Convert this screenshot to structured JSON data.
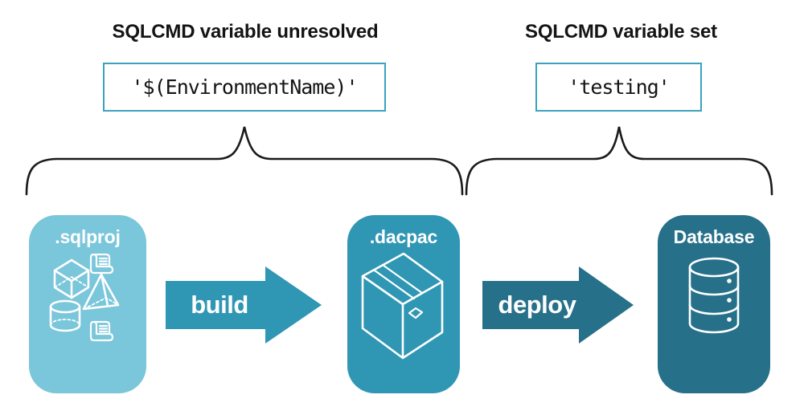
{
  "annotations": {
    "left": {
      "title": "SQLCMD variable unresolved",
      "code": "'$(EnvironmentName)'"
    },
    "right": {
      "title": "SQLCMD variable set",
      "code": "'testing'"
    }
  },
  "pipeline": {
    "nodes": [
      {
        "id": "sqlproj",
        "label": ".sqlproj",
        "icon": "sql-objects-icon"
      },
      {
        "id": "dacpac",
        "label": ".dacpac",
        "icon": "package-icon"
      },
      {
        "id": "database",
        "label": "Database",
        "icon": "database-icon"
      }
    ],
    "arrows": [
      {
        "id": "build",
        "label": "build"
      },
      {
        "id": "deploy",
        "label": "deploy"
      }
    ]
  },
  "colors": {
    "node_sqlproj": "#7AC6DA",
    "node_dacpac": "#2F96B4",
    "node_database": "#26708A",
    "arrow_build": "#2F96B4",
    "arrow_deploy": "#26708A",
    "code_box_border": "#3BA2C0",
    "brace_stroke": "#1A1A1A",
    "text": "#141414",
    "icon_stroke": "#FFFFFF",
    "background": "#FFFFFF"
  }
}
